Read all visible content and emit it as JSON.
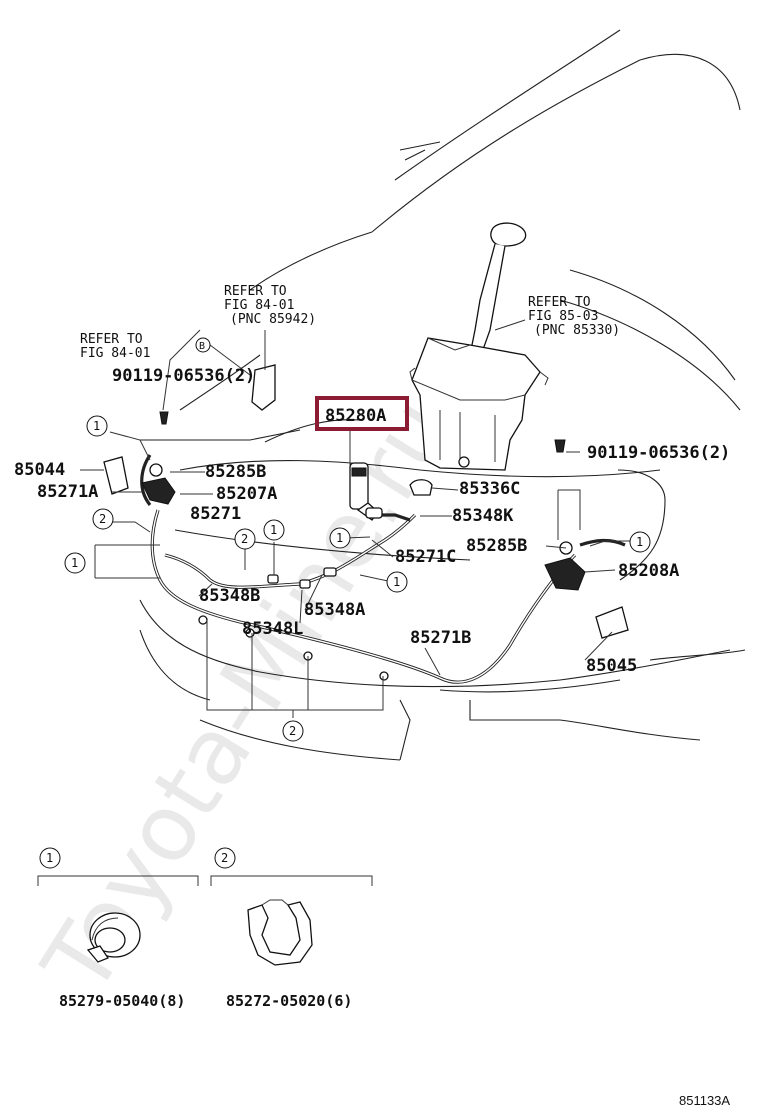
{
  "watermark": "Toyota-Mine.ru",
  "diagram_id": "851133A",
  "highlight_color": "#8b1c33",
  "highlighted_part": "85280A",
  "refer_notes": [
    {
      "line1": "REFER TO",
      "line2": "FIG 84-01",
      "line3": "(PNC 85942)"
    },
    {
      "line1": "REFER TO",
      "line2": "FIG 84-01"
    },
    {
      "line1": "REFER TO",
      "line2": "FIG 85-03",
      "line3": "(PNC 85330)"
    }
  ],
  "marker_b": "B",
  "part_labels": [
    "90119-06536(2)",
    "85044",
    "85271A",
    "85285B",
    "85207A",
    "85271",
    "85348B",
    "85348L",
    "85348A",
    "85271C",
    "85336C",
    "85348K",
    "90119-06536(2)",
    "85285B",
    "85208A",
    "85271B",
    "85045"
  ],
  "callouts": [
    "1",
    "2"
  ],
  "legend": [
    {
      "num": "1",
      "part": "85279-05040(8)"
    },
    {
      "num": "2",
      "part": "85272-05020(6)"
    }
  ]
}
